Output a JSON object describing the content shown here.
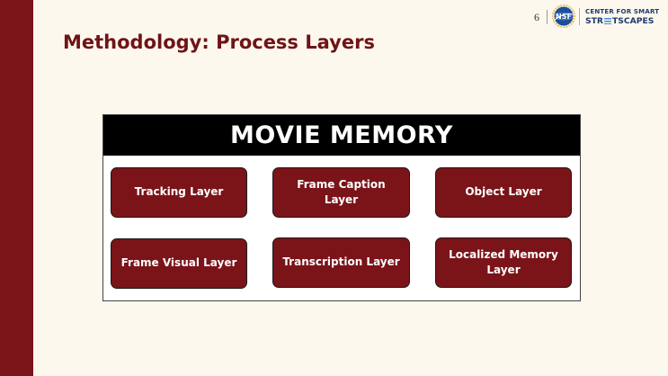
{
  "slide": {
    "page_number": "6",
    "title": "Methodology: Process Layers"
  },
  "logos": {
    "nsf": {
      "icon": "nsf-globe-icon",
      "text": "NSF"
    },
    "center": {
      "line1": "CENTER FOR SMART",
      "line2_prefix": "STR",
      "line2_suffix": "TSCAPES"
    }
  },
  "diagram": {
    "header": "MOVIE MEMORY",
    "layers": [
      {
        "label": "Tracking Layer"
      },
      {
        "label": "Frame Caption Layer"
      },
      {
        "label": "Object Layer"
      },
      {
        "label": "Frame Visual Layer"
      },
      {
        "label": "Transcription Layer"
      },
      {
        "label": "Localized Memory Layer"
      }
    ]
  },
  "colors": {
    "accent": "#7a1419",
    "title": "#6e1417",
    "background": "#fdf8ed",
    "header_bg": "#000000",
    "logo_navy": "#1f3a6e",
    "logo_blue": "#3b8fd9"
  }
}
